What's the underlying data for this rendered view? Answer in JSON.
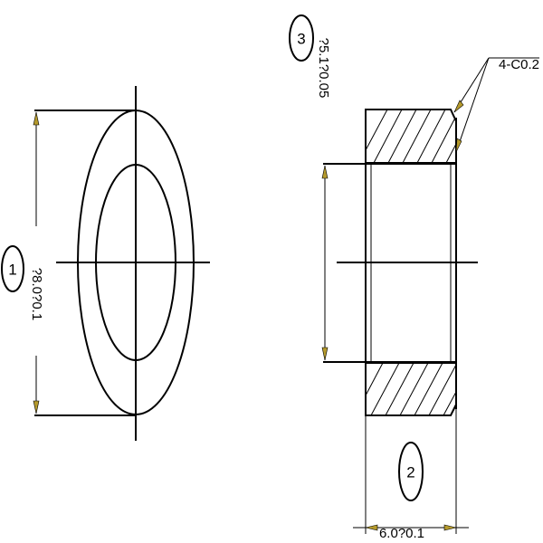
{
  "drawing": {
    "dimensions": {
      "outer_diameter": "?8.0?0.1",
      "inner_diameter": "?5.1?0.05",
      "width": "6.0?0.1",
      "chamfer_note": "4-C0.2"
    },
    "balloons": [
      "1",
      "2",
      "3"
    ],
    "colors": {
      "line": "#000000",
      "arrowhead": "#b59a2c",
      "background": "#ffffff"
    }
  }
}
